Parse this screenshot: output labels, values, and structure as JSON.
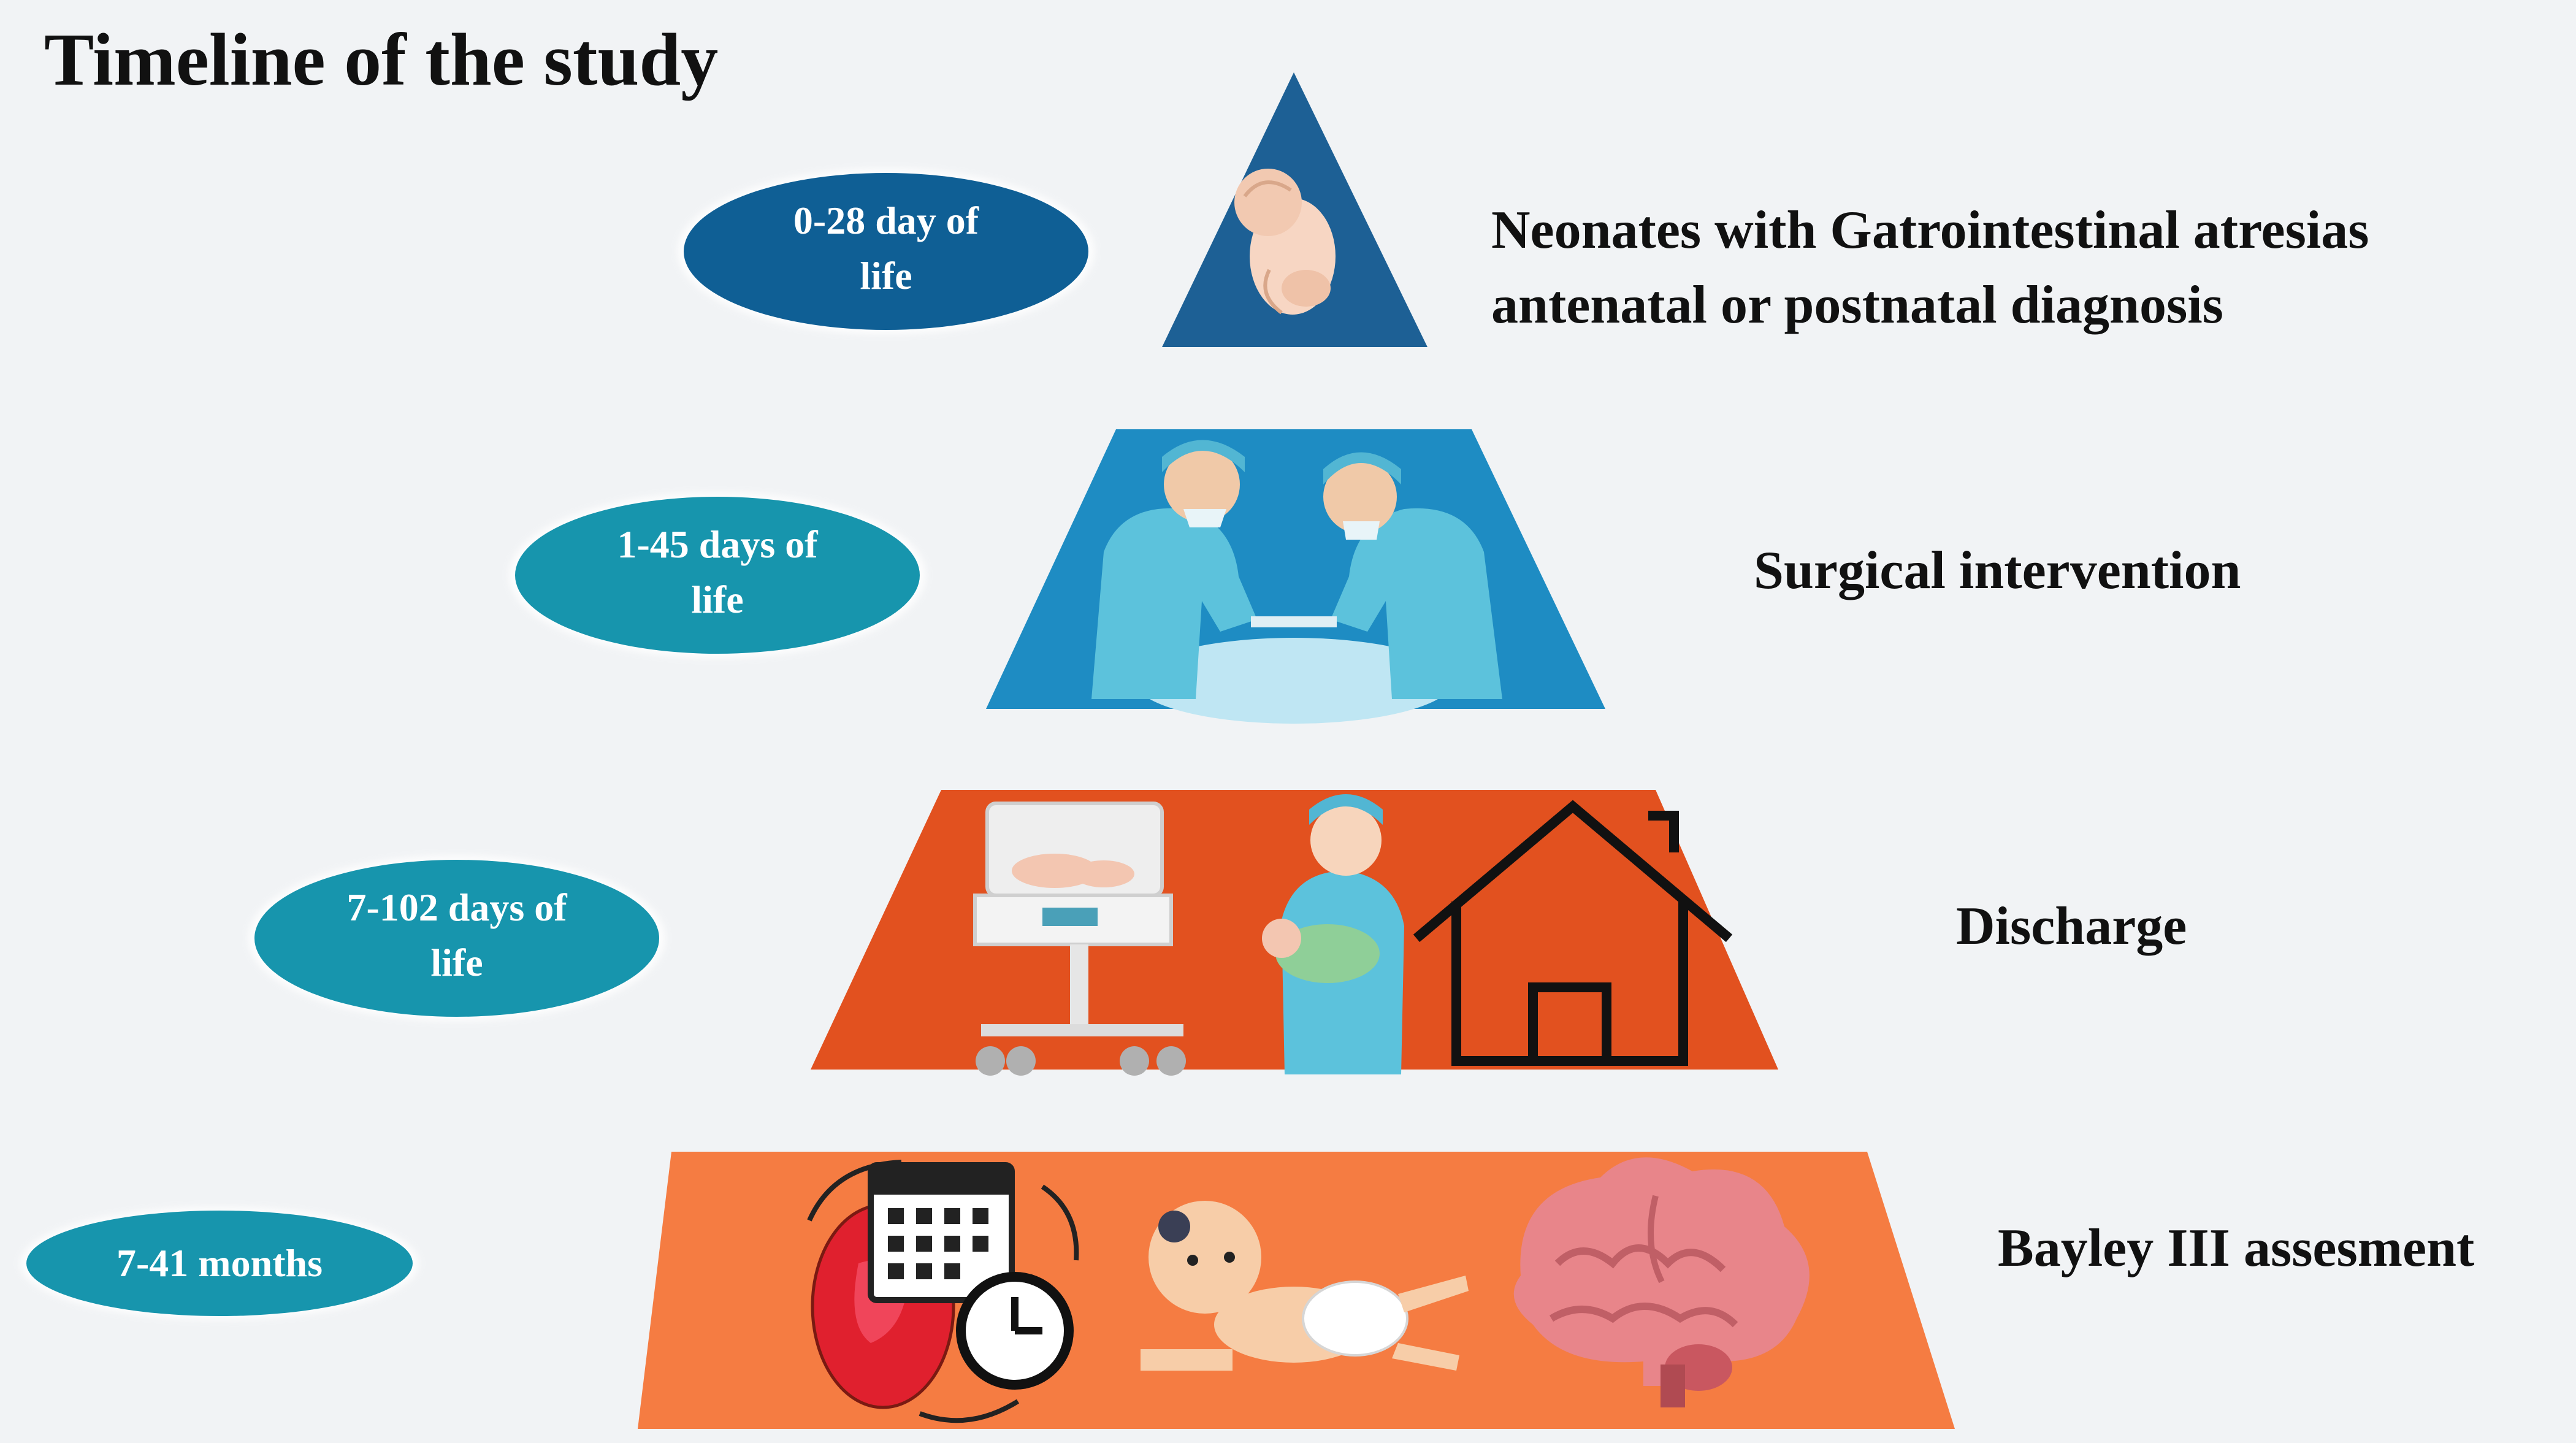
{
  "title": "Timeline of the study",
  "stages": [
    {
      "time_line1": "0-28 day of",
      "time_line2": "life",
      "label_line1": "Neonates with Gatrointestinal atresias",
      "label_line2": "antenatal or postnatal diagnosis",
      "color": "#1d6095",
      "oval_color": "#0f5f95",
      "icons": [
        "fetus-icon"
      ]
    },
    {
      "time_line1": "1-45 days of",
      "time_line2": "life",
      "label_line1": "Surgical intervention",
      "color": "#1e8cc3",
      "oval_color": "#1795ad",
      "icons": [
        "surgeons-icon"
      ]
    },
    {
      "time_line1": "7-102 days of",
      "time_line2": "life",
      "label_line1": "Discharge",
      "color": "#e2511f",
      "oval_color": "#1795ad",
      "icons": [
        "incubator-icon",
        "nurse-with-baby-icon",
        "house-icon"
      ]
    },
    {
      "time_line1": "7-41 months",
      "label_line1": "Bayley III assesment",
      "color": "#f57c42",
      "oval_color": "#1795ad",
      "icons": [
        "calendar-clock-icon",
        "crawling-baby-icon",
        "brain-icon"
      ]
    }
  ]
}
